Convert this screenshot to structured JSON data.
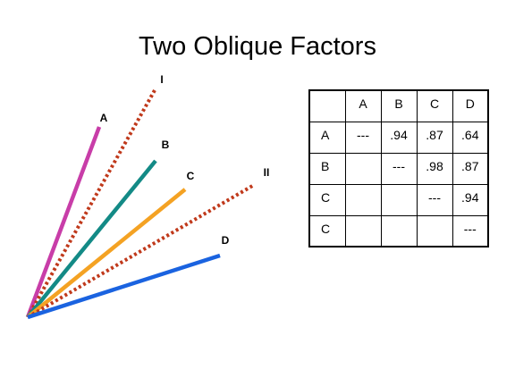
{
  "title": "Two Oblique Factors",
  "vectors": [
    {
      "label": "A",
      "kind": "variable",
      "color": "#c83da8",
      "dash": false
    },
    {
      "label": "I",
      "kind": "factor",
      "color": "#c0391b",
      "dash": true
    },
    {
      "label": "B",
      "kind": "variable",
      "color": "#138a86",
      "dash": false
    },
    {
      "label": "C",
      "kind": "variable",
      "color": "#f4a223",
      "dash": false
    },
    {
      "label": "II",
      "kind": "factor",
      "color": "#c0391b",
      "dash": true
    },
    {
      "label": "D",
      "kind": "variable",
      "color": "#1a63e0",
      "dash": false
    }
  ],
  "matrix": {
    "columns": [
      "",
      "A",
      "B",
      "C",
      "D"
    ],
    "rows": [
      {
        "label": "A",
        "cells": [
          "---",
          ".94",
          ".87",
          ".64"
        ]
      },
      {
        "label": "B",
        "cells": [
          "",
          "---",
          ".98",
          ".87"
        ]
      },
      {
        "label": "C",
        "cells": [
          "",
          "",
          "---",
          ".94"
        ]
      },
      {
        "label": "C",
        "cells": [
          "",
          "",
          "",
          "---"
        ]
      }
    ]
  }
}
